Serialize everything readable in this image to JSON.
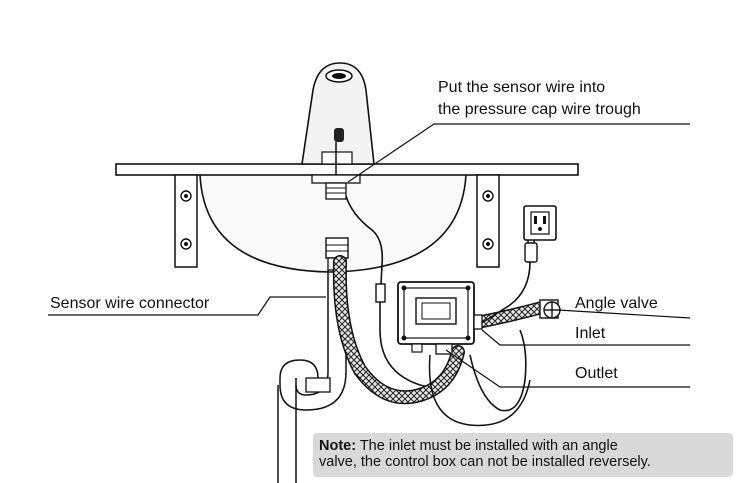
{
  "labels": {
    "sensor_wire_trough_line1": "Put the sensor wire into",
    "sensor_wire_trough_line2": "the pressure cap wire trough",
    "sensor_wire_connector": "Sensor wire connector",
    "angle_valve": "Angle valve",
    "inlet": "Inlet",
    "outlet": "Outlet"
  },
  "note": {
    "prefix": "Note:",
    "line1": " The inlet must be installed with an angle",
    "line2": "valve, the control box can not be installed reversely."
  },
  "colors": {
    "line": "#111111",
    "note_background": "#d9d9d9",
    "hose_fill": "#e6e6e6"
  }
}
